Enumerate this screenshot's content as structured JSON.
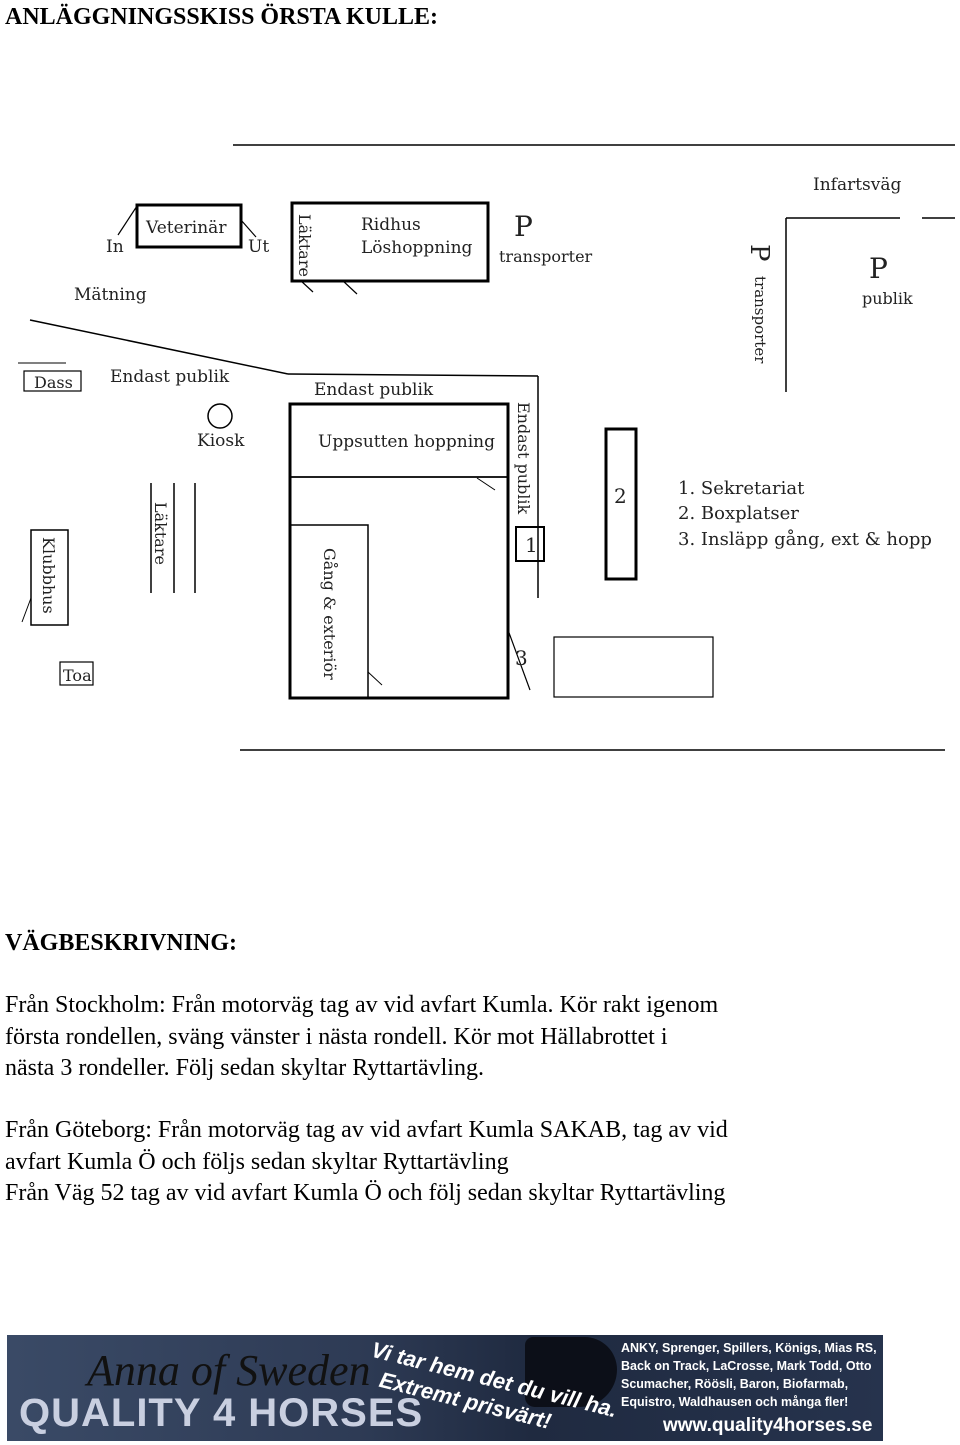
{
  "title": "ANLÄGGNINGSSKISS ÖRSTA KULLE:",
  "sketch": {
    "infartsvag": "Infartsväg",
    "veterinar": "Veterinär",
    "in": "In",
    "ut": "Ut",
    "laktare_top": "Läktare",
    "ridhus": "Ridhus",
    "loshoppning": "Löshoppning",
    "p_transporter_1": "P",
    "transporter_1": "transporter",
    "p_transporter_2": "P",
    "transporter_2": "transporter",
    "p_publik": "P",
    "publik": "publik",
    "matning": "Mätning",
    "dass": "Dass",
    "endast_publik_1": "Endast publik",
    "endast_publik_2": "Endast publik",
    "endast_publik_3": "Endast publik",
    "kiosk": "Kiosk",
    "uppsutten": "Uppsutten hoppning",
    "laktare_left": "Läktare",
    "klubbhus": "Klubbhus",
    "gang_exterior": "Gång & exteriör",
    "toa": "Toa",
    "num1": "1",
    "num2": "2",
    "num3": "3",
    "legend": [
      "1. Sekretariat",
      "2. Boxplatser",
      "3. Insläpp gång, ext & hopp"
    ]
  },
  "directions": {
    "heading": "VÄGBESKRIVNING:",
    "stockholm": [
      "Från Stockholm: Från motorväg tag av vid avfart Kumla. Kör rakt igenom",
      "första rondellen, sväng vänster i nästa rondell. Kör mot Hällabrottet i",
      "nästa 3 rondeller. Följ sedan skyltar Ryttartävling."
    ],
    "goteborg": [
      "Från Göteborg: Från motorväg tag av vid avfart Kumla SAKAB, tag av vid",
      "avfart Kumla Ö och följs sedan skyltar Ryttartävling",
      "Från Väg 52 tag av vid avfart Kumla Ö och följ sedan skyltar Ryttartävling"
    ]
  },
  "banner": {
    "brand_line1": "Anna of Sweden",
    "brand_line2": "QUALITY 4 HORSES",
    "slogan1": "Vi tar hem det du vill ha.",
    "slogan2": "Extremt prisvärt!",
    "brands": "ANKY, Sprenger, Spillers, Königs, Mias RS, Back on Track, LaCrosse, Mark Todd, Otto Scumacher, Röösli, Baron, Biofarmab, Equistro, Waldhausen och många fler!",
    "url": "www.quality4horses.se"
  }
}
